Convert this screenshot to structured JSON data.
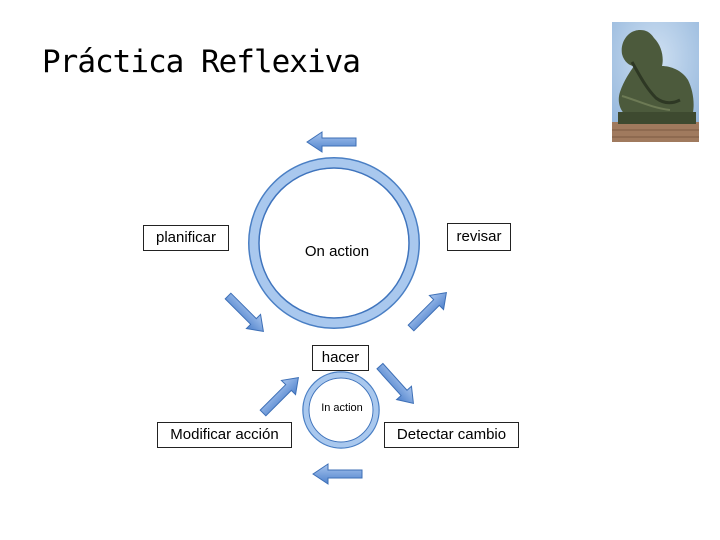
{
  "title": "Práctica Reflexiva",
  "image": {
    "name": "thinker-statue"
  },
  "nodes": {
    "planificar": "planificar",
    "revisar": "revisar",
    "hacer": "hacer",
    "modificar": "Modificar acción",
    "detectar": "Detectar cambio"
  },
  "cycles": {
    "outer": "On action",
    "inner": "In action"
  },
  "colors": {
    "ring_light": "#a9c8ee",
    "ring_dark": "#4a7fc4",
    "arrow": "#6e9ad9"
  }
}
